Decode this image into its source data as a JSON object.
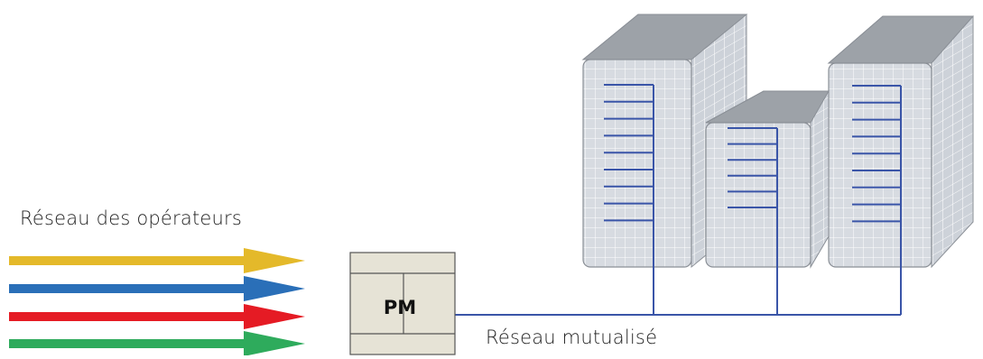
{
  "labels": {
    "operators_network": "Réseau des opérateurs",
    "shared_network": "Réseau mutualisé",
    "pm": "PM"
  },
  "operators": [
    {
      "color": "#e4b92a"
    },
    {
      "color": "#2a6fb8"
    },
    {
      "color": "#e51b24"
    },
    {
      "color": "#2eab5c"
    }
  ],
  "colors": {
    "network_line": "#3a55a8",
    "building_face": "#d7dbe1",
    "building_side": "#c9ced6",
    "building_top": "#9da2a8",
    "building_grid": "#ffffff",
    "building_outline": "#8a8f96",
    "pm_fill": "#e6e3d6",
    "pm_outline": "#555555"
  },
  "buildings": [
    {
      "name": "left-tower",
      "floors": 9
    },
    {
      "name": "middle-block",
      "floors": 6
    },
    {
      "name": "right-tower",
      "floors": 9
    }
  ]
}
